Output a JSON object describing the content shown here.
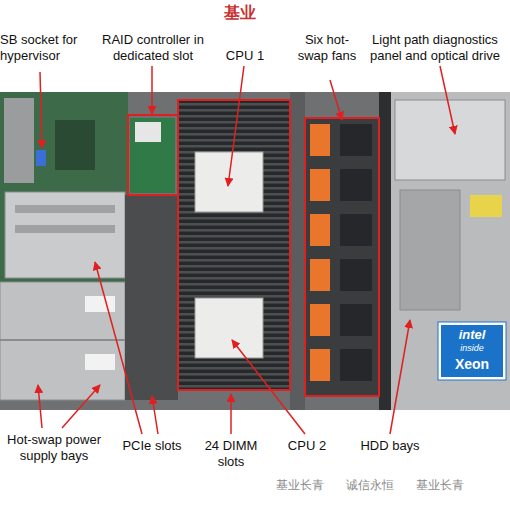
{
  "diagram": {
    "labels": [
      "SB socket for hypervisor",
      "RAID controller in dedicated slot",
      "CPU 1",
      "Six hot-swap fans",
      "Light path diagnostics panel and optical drive",
      "Hot-swap power supply bays",
      "PCIe slots",
      "24 DIMM slots",
      "CPU 2",
      "HDD bays",
      "intel",
      "inside",
      "Xeon",
      "基业",
      "基业长青",
      "诚信永恒",
      "基业长青"
    ]
  }
}
